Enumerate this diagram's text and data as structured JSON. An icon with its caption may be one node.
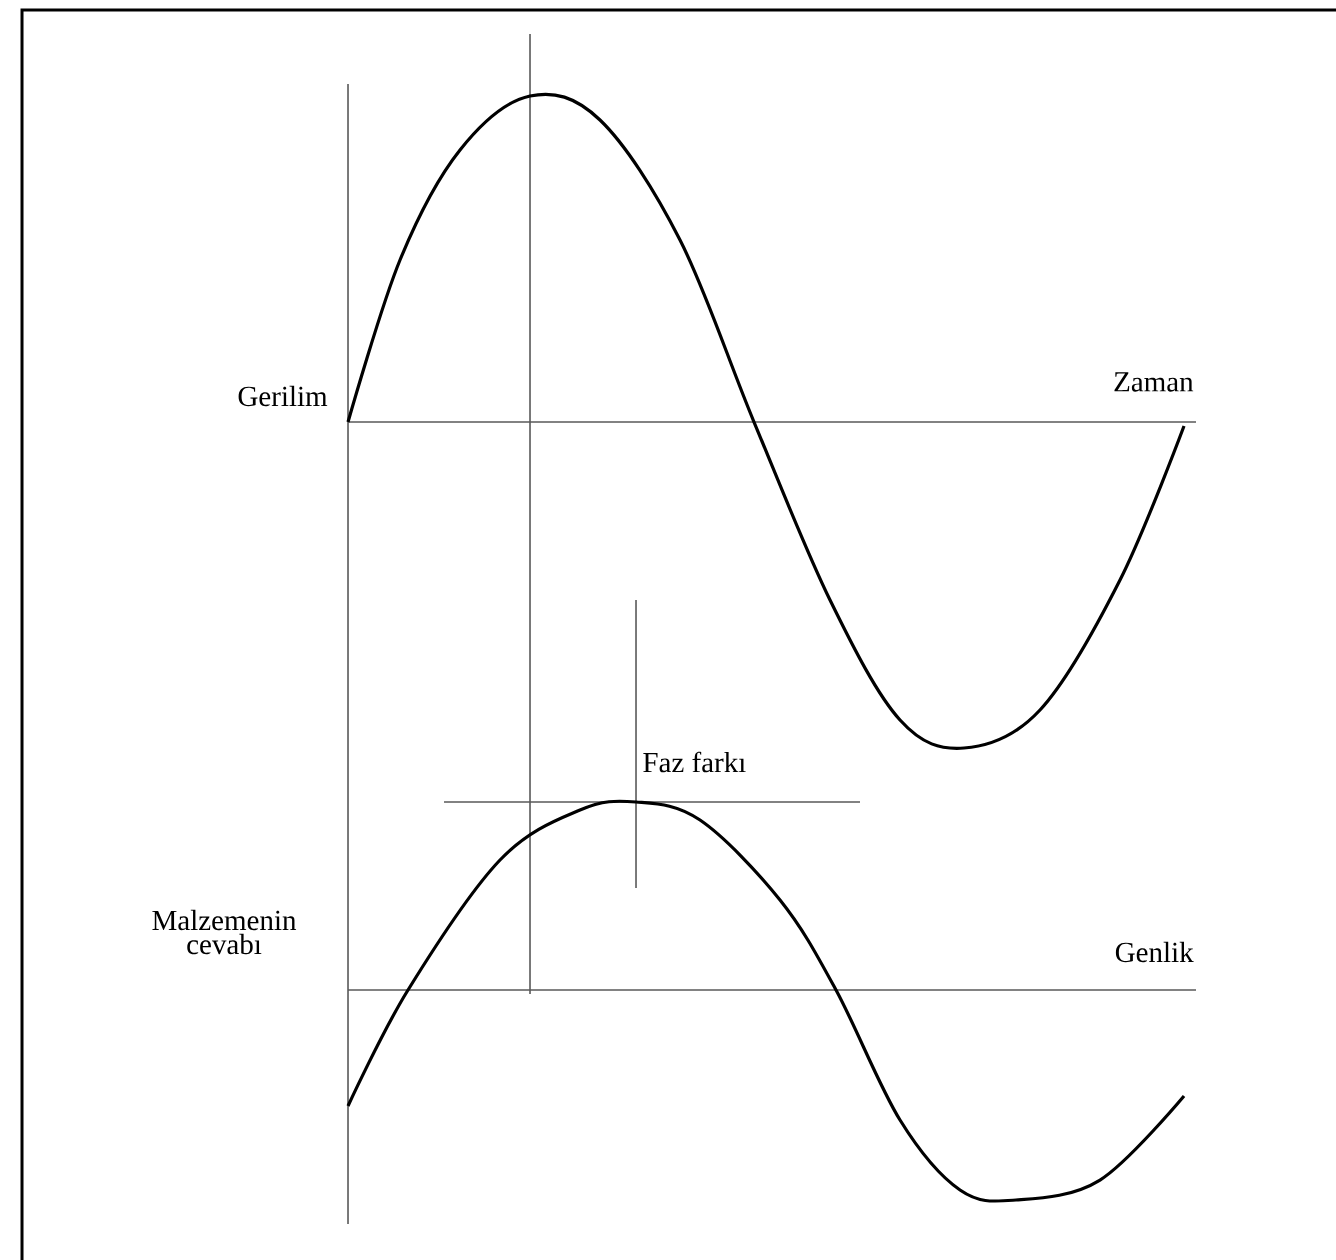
{
  "diagram": {
    "labels": [
      "Gerilim",
      "Zaman",
      "Faz farkı",
      "Malzemenin cevabı",
      "Genlik"
    ]
  }
}
